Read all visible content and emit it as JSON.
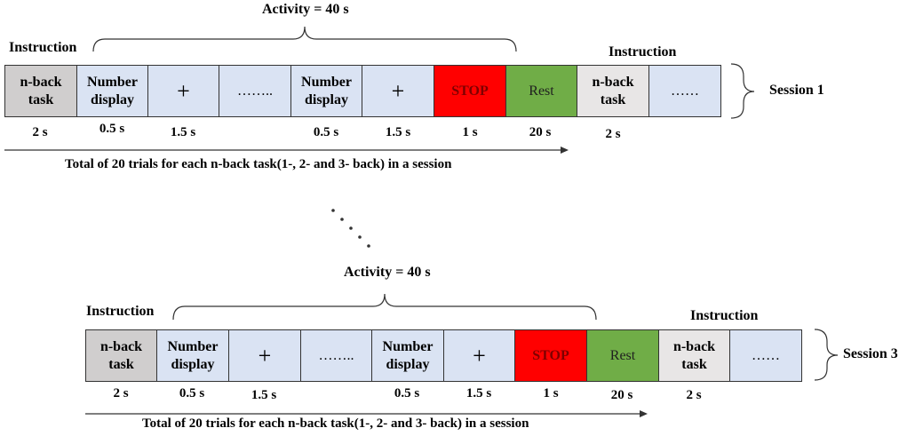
{
  "ellipsis": ". . . . .",
  "sessions": [
    {
      "activity_label": "Activity = 40 s",
      "instruction_left": "Instruction",
      "instruction_right": "Instruction",
      "session_label": "Session 1",
      "total_label": "Total of 20 trials for each n-back task(1-, 2- and 3- back) in a session",
      "cells": [
        {
          "text": "n-back task",
          "duration": "2 s"
        },
        {
          "text": "Number display",
          "duration": "0.5 s"
        },
        {
          "text": "+",
          "duration": "1.5 s"
        },
        {
          "text": "……..",
          "duration": ""
        },
        {
          "text": "Number display",
          "duration": "0.5 s"
        },
        {
          "text": "+",
          "duration": "1.5 s"
        },
        {
          "text": "STOP",
          "duration": "1 s"
        },
        {
          "text": "Rest",
          "duration": "20 s"
        },
        {
          "text": "n-back task",
          "duration": "2 s"
        },
        {
          "text": "……",
          "duration": ""
        }
      ]
    },
    {
      "activity_label": "Activity = 40 s",
      "instruction_left": "Instruction",
      "instruction_right": "Instruction",
      "session_label": "Session 3",
      "total_label": "Total of 20 trials for each n-back task(1-, 2- and 3- back) in a session",
      "cells": [
        {
          "text": "n-back task",
          "duration": "2 s"
        },
        {
          "text": "Number display",
          "duration": "0.5 s"
        },
        {
          "text": "+",
          "duration": "1.5 s"
        },
        {
          "text": "……..",
          "duration": ""
        },
        {
          "text": "Number display",
          "duration": "0.5 s"
        },
        {
          "text": "+",
          "duration": "1.5 s"
        },
        {
          "text": "STOP",
          "duration": "1 s"
        },
        {
          "text": "Rest",
          "duration": "20 s"
        },
        {
          "text": "n-back task",
          "duration": "2 s"
        },
        {
          "text": "……",
          "duration": ""
        }
      ]
    }
  ]
}
